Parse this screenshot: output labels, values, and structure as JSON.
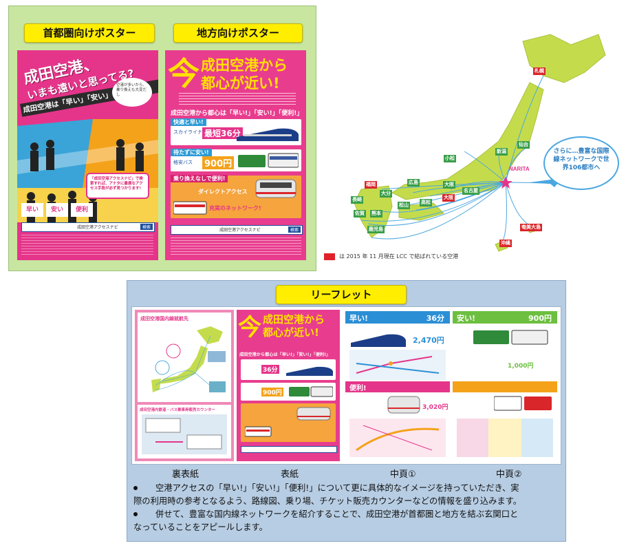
{
  "top_left": {
    "capital_label": "首都圏向けポスター",
    "regional_label": "地方向けポスター"
  },
  "poster1": {
    "headline1": "成田空港、",
    "headline2": "いまも遠いと思ってる?",
    "sub": "成田空港は「早い」「安い」「便利」",
    "bubble1": "空港が多いから、乗り換えも大変だし",
    "bubble2": "「成田空港アクセスナビ」で検索すれば、アナタに最適なアクセス手段が必ず見つかります!",
    "search": "成田空港アクセスナビ",
    "search_btn": "検索",
    "cards": [
      "早い",
      "安い",
      "便利"
    ]
  },
  "poster2": {
    "kanji": "今",
    "headline1": "成田空港から",
    "headline2": "都心が近い!",
    "lead": "成田空港から都心は「早い!」「安い!」「便利!」",
    "row1_tag": "快適と早い!",
    "row1_name": "スカイライナー",
    "row1_time": "最短36分",
    "row2_tag": "待たずに安い!",
    "row2_name": "格安バス",
    "row2_price": "900円",
    "row3_tag": "乗り換えなしで便利!",
    "row3_a": "ダイレクトアクセス",
    "row3_b": "充実のネットワーク!",
    "search": "成田空港アクセスナビ",
    "search_btn": "検索"
  },
  "map": {
    "narita": "NARITA",
    "bubble": "さらに…豊富な国際線ネットワークで世界106都市へ",
    "cities_green": [
      "小松",
      "新潟",
      "仙台",
      "名古屋",
      "大阪",
      "高松",
      "松山",
      "広島",
      "大分",
      "熊本",
      "鹿児島",
      "佐賀",
      "福岡",
      "長崎"
    ],
    "cities_red": [
      "札幌",
      "大阪",
      "沖縄",
      "奄美大島"
    ],
    "legend": "は 2015 年 11 月現在 LCC で結ばれている空港"
  },
  "leaflet": {
    "label": "リーフレット",
    "panels": [
      {
        "caption": "裏表紙",
        "title": "成田空港国内線就航先",
        "sub": "成田空港内鉄道・バス乗車券販売カウンター"
      },
      {
        "caption": "表紙",
        "kanji": "今",
        "headline1": "成田空港から",
        "headline2": "都心が近い!",
        "lead": "成田空港から都心は「早い!」「安い!」「便利!」",
        "time": "36分",
        "price": "900円"
      },
      {
        "caption": "中頁①",
        "head": "早い!",
        "time": "36分",
        "fare": "2,470円",
        "mid": "便利!",
        "fare2": "3,020円"
      },
      {
        "caption": "中頁②",
        "head": "安い!",
        "price": "900円",
        "fare": "1,000円"
      }
    ],
    "bullets": [
      [
        "空港アクセスの「早い!」「安い!」「便利!」について更に具体的なイメージを持っていただき、実",
        "際の利用時の参考となるよう、路線図、乗り場、チケット販売カウンターなどの情報を盛り込みます。"
      ],
      [
        "併せて、豊富な国内線ネットワークを紹介することで、成田空港が首都圏と地方を結ぶ玄関口と",
        "なっていることをアピールします。"
      ]
    ]
  },
  "colors": {
    "green_frame": "#c8e6a0",
    "pink": "#e83d8e",
    "blue_frame": "#b7cde3",
    "yellow": "#ffee00"
  }
}
